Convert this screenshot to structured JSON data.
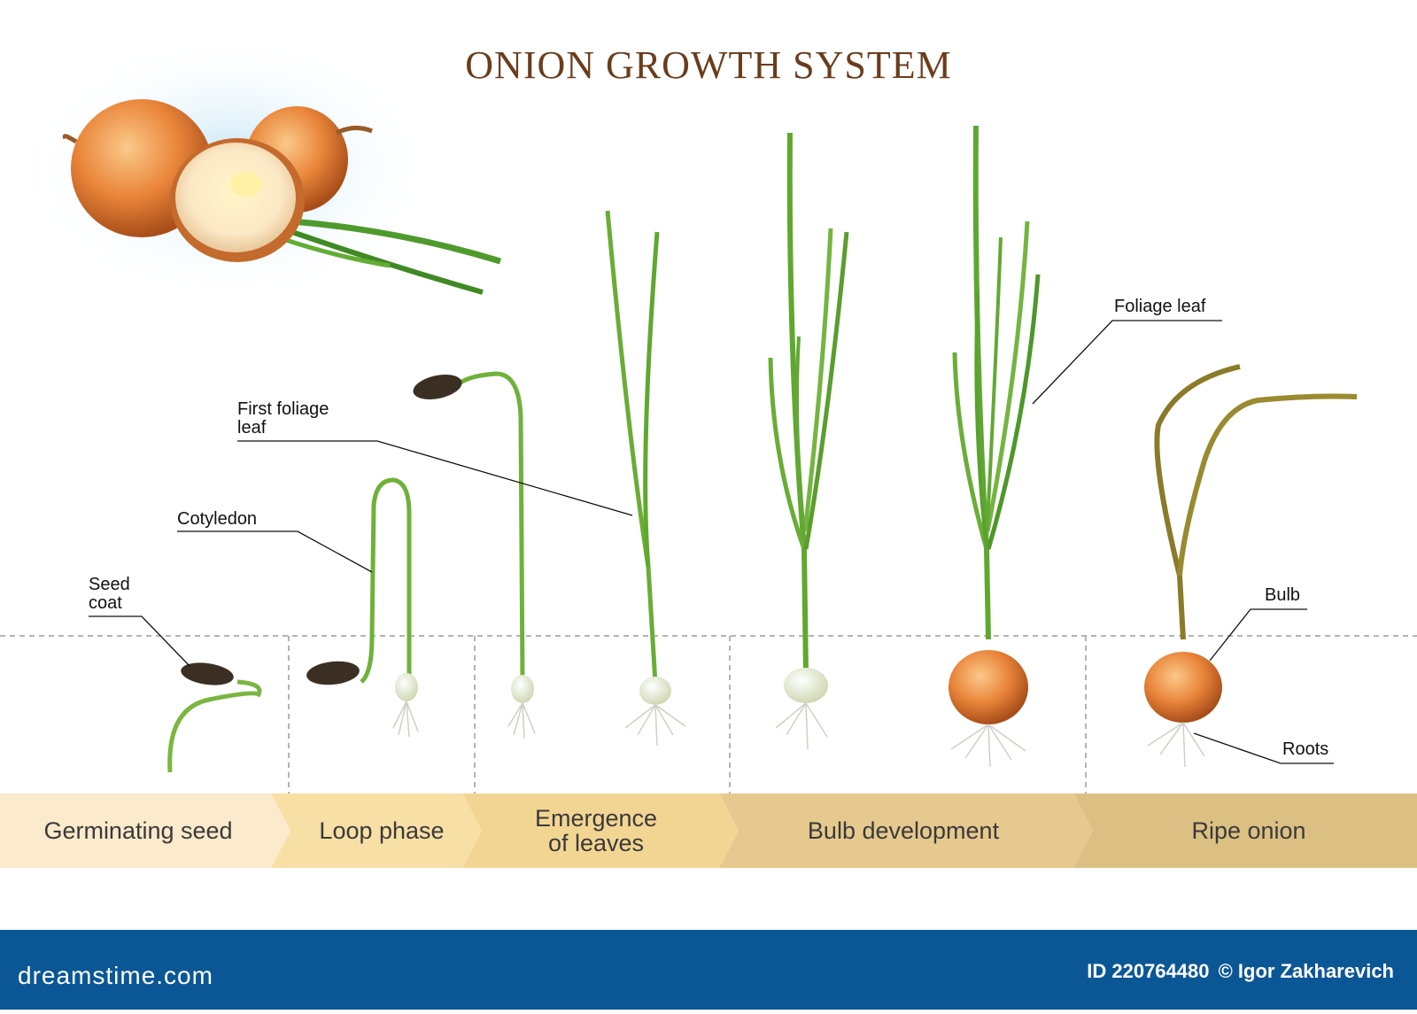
{
  "title": "ONION GROWTH SYSTEM",
  "labels": {
    "seed_coat": "Seed\ncoat",
    "cotyledon": "Cotyledon",
    "first_foliage_leaf": "First foliage\nleaf",
    "foliage_leaf": "Foliage leaf",
    "bulb": "Bulb",
    "roots": "Roots"
  },
  "stages": [
    {
      "label": "Germinating seed"
    },
    {
      "label": "Loop phase"
    },
    {
      "label": "Emergence\nof leaves"
    },
    {
      "label": "Bulb development"
    },
    {
      "label": "Ripe onion"
    }
  ],
  "colors": {
    "title": "#6b3d1c",
    "leaf_green": "#5fa830",
    "bulb_orange": "#e07a2e",
    "ripe_leaf": "#8a7a2a",
    "footer": "#0b5796",
    "stage_1": "#fbeacb",
    "stage_2": "#f8dfa6",
    "stage_3": "#f3d593",
    "stage_4": "#e6c98e",
    "stage_5": "#dcc083"
  },
  "footer": {
    "brand": "dreamstime.com",
    "id_text": "ID 220764480",
    "author": "© Igor Zakharevich"
  }
}
